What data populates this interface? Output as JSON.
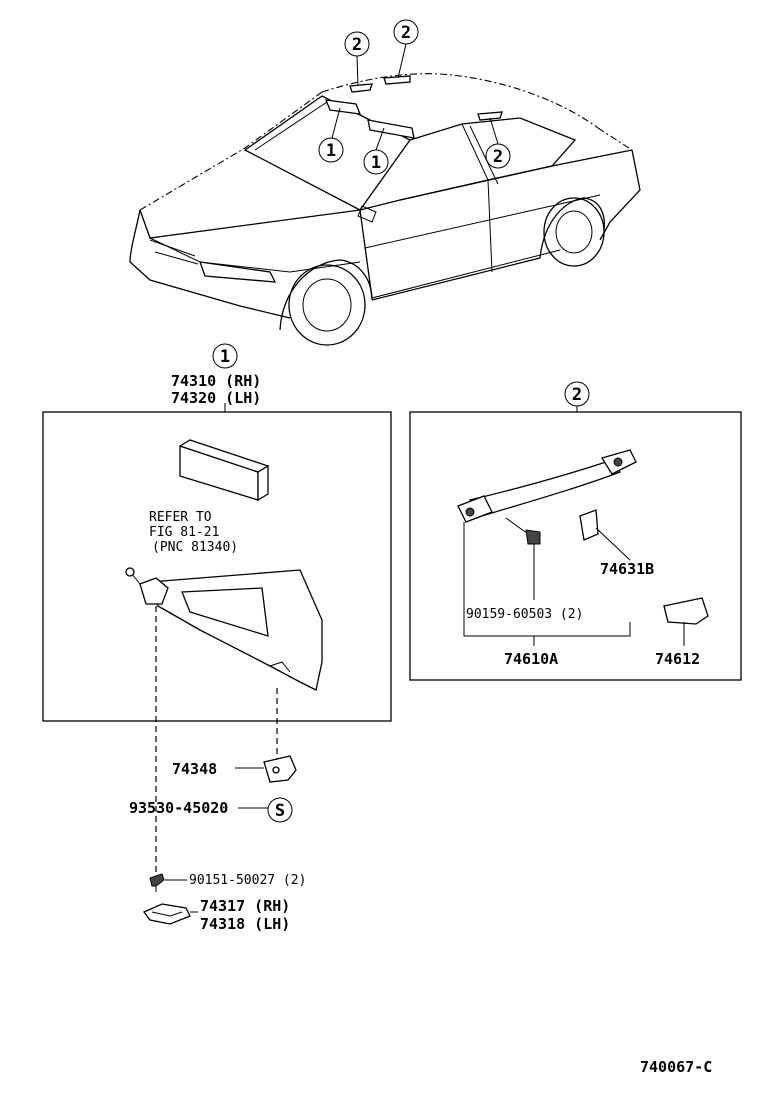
{
  "car_callouts": [
    "2",
    "2",
    "1",
    "1",
    "2"
  ],
  "group1": {
    "callout": "1",
    "part_rh": "74310 (RH)",
    "part_lh": "74320 (LH)",
    "refer_line1": "REFER TO",
    "refer_line2": "FIG 81-21",
    "refer_line3": "(PNC 81340)"
  },
  "group2": {
    "callout": "2",
    "part_cover": "74631B",
    "part_bolt": "90159-60503 (2)",
    "part_grip": "74610A",
    "part_cap": "74612"
  },
  "loose_parts": {
    "holder": "74348",
    "screw_s": "93530-45020",
    "s_symbol": "S",
    "screw2": "90151-50027 (2)",
    "cover_rh": "74317 (RH)",
    "cover_lh": "74318 (LH)"
  },
  "figure_id": "740067-C"
}
